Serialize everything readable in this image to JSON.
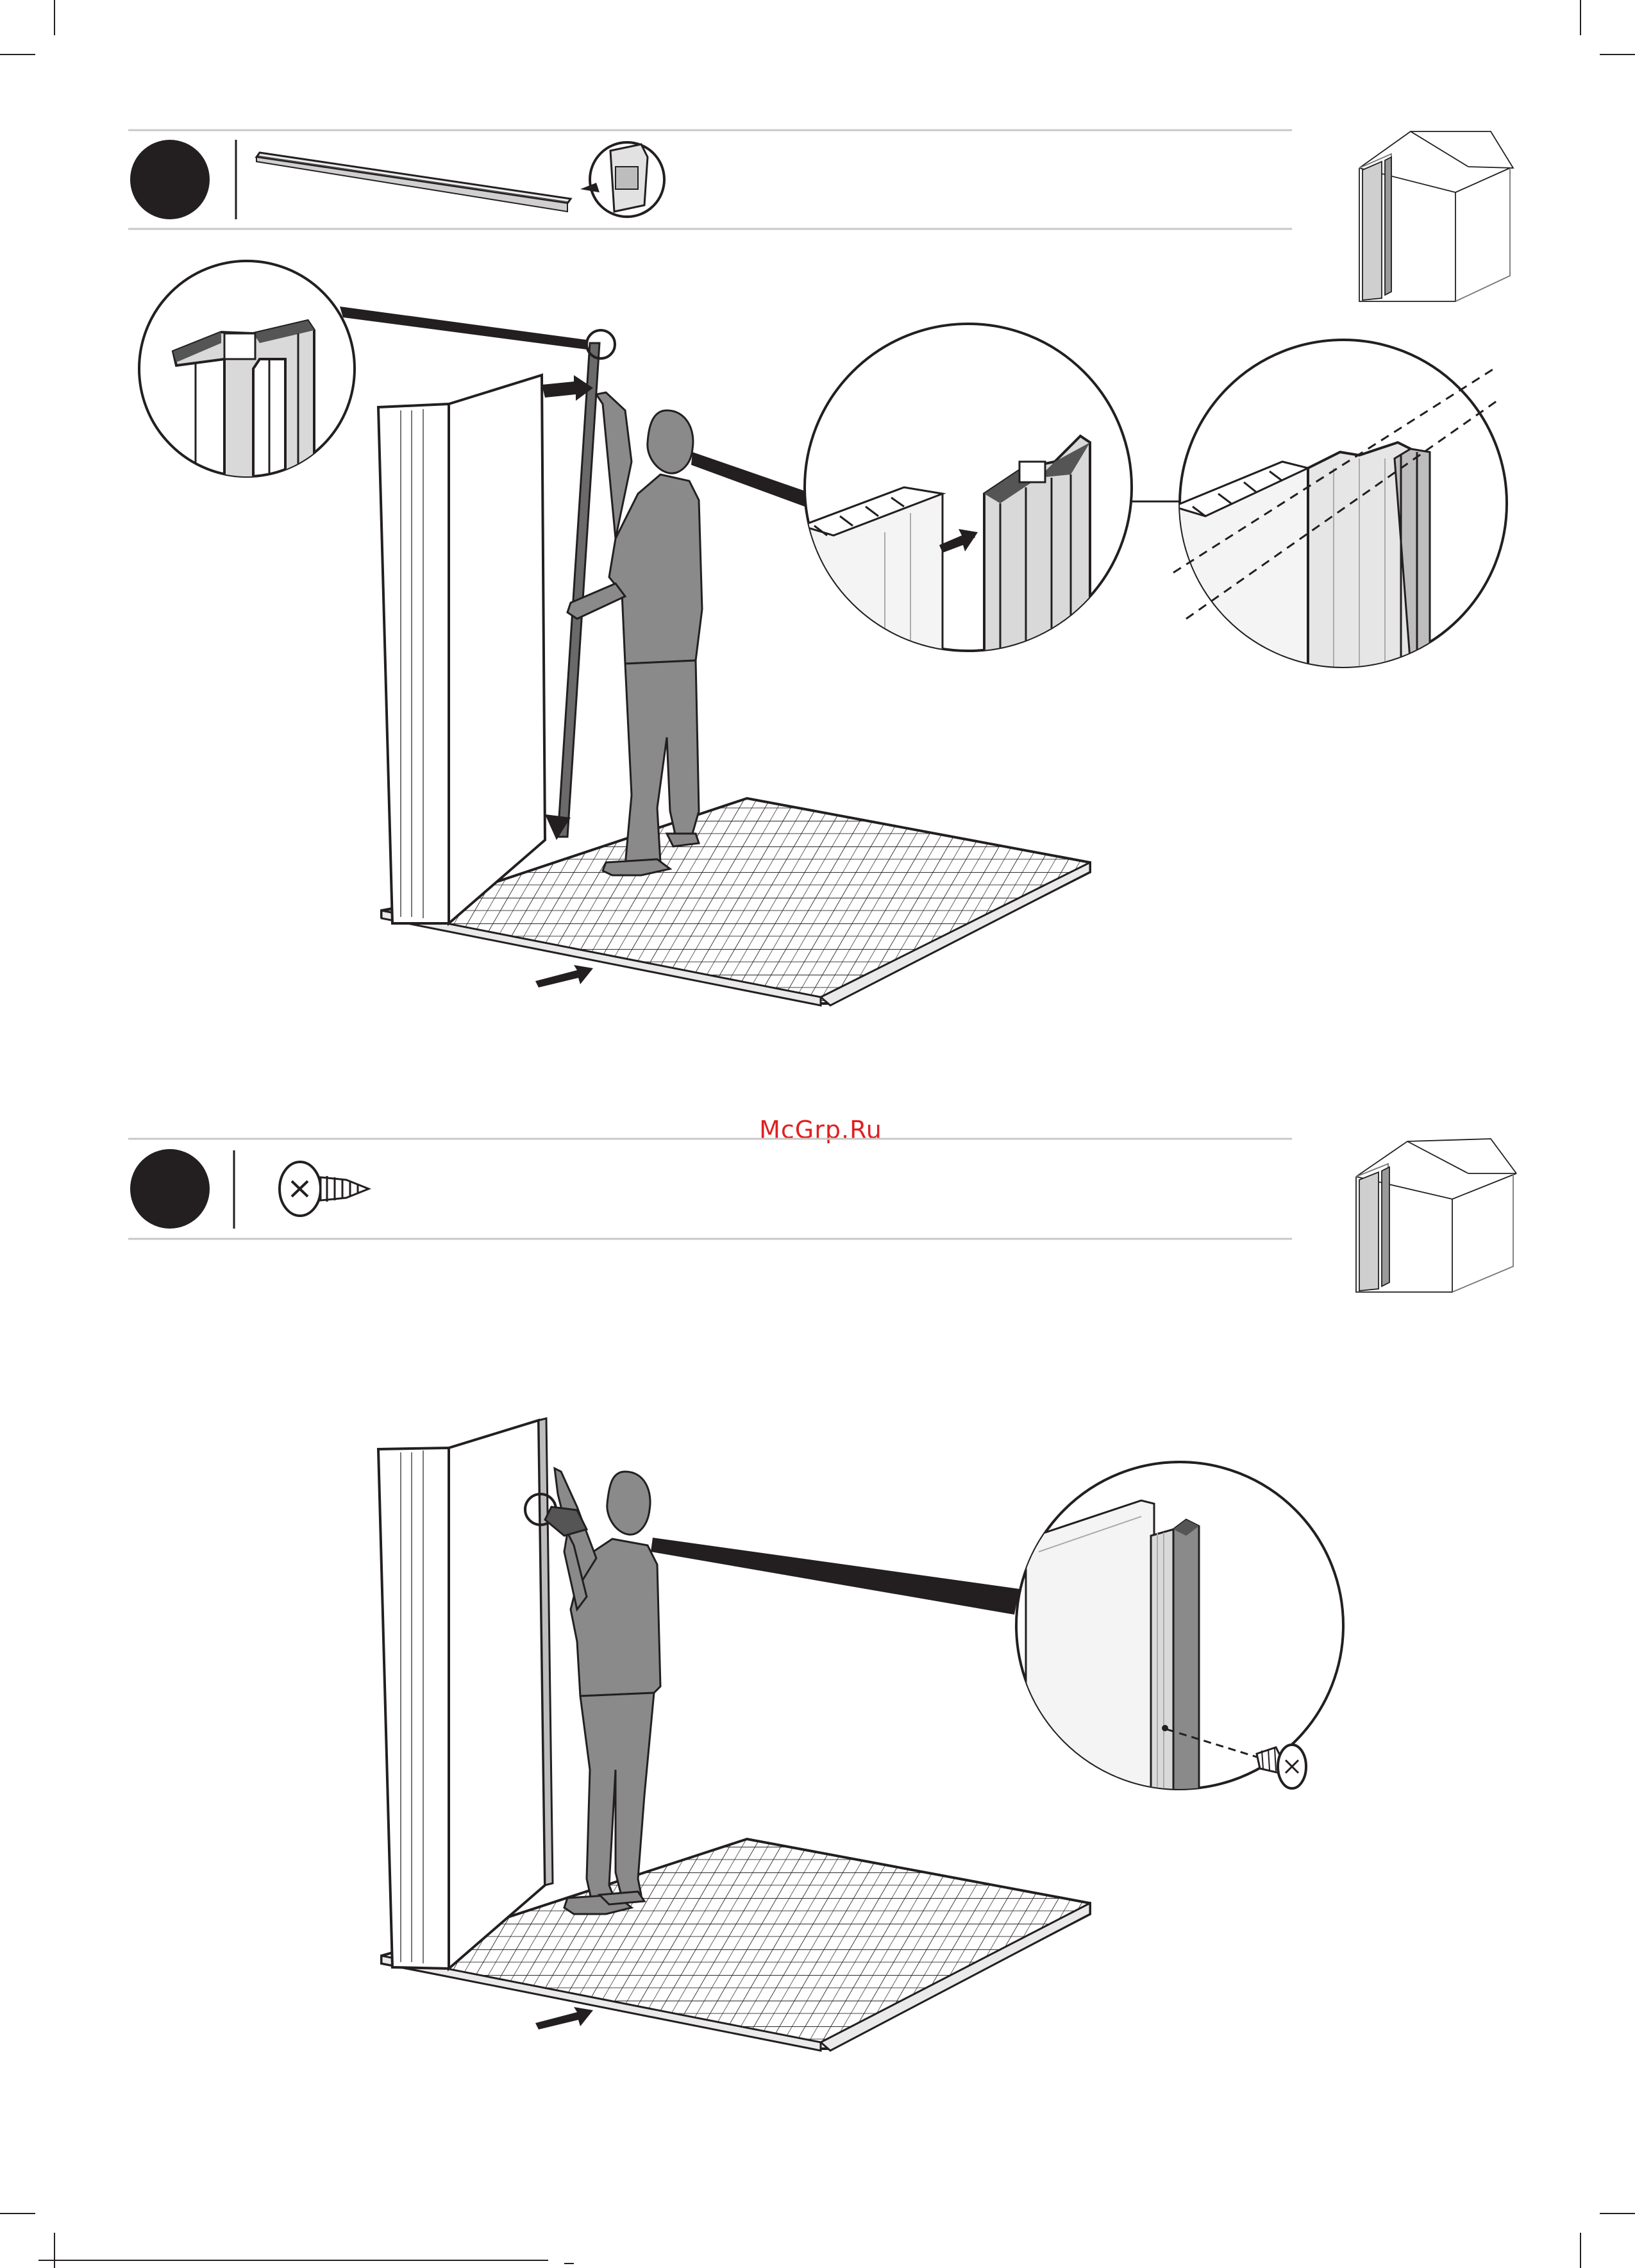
{
  "watermark": "McGrp.Ru",
  "colors": {
    "ink": "#231f20",
    "figure": "#8a8a8a",
    "panel": "#d7d7d7",
    "rule": "#c8c8c8",
    "watermark": "#e01f1f"
  },
  "steps": [
    {
      "name": "step-insert-connector",
      "part_icon": "h-connector-profile-icon",
      "illustration": "person-sliding-connector-onto-wall-panel",
      "details": [
        "connector-top-detail",
        "panel-slot-detail",
        "aligned-joint-detail"
      ],
      "progress_icon": "shed-progress-icon"
    },
    {
      "name": "step-screw-connector",
      "part_icon": "screw-icon",
      "illustration": "person-screwing-connector-to-panel",
      "details": [
        "screw-fixing-detail"
      ],
      "progress_icon": "shed-progress-icon"
    }
  ]
}
